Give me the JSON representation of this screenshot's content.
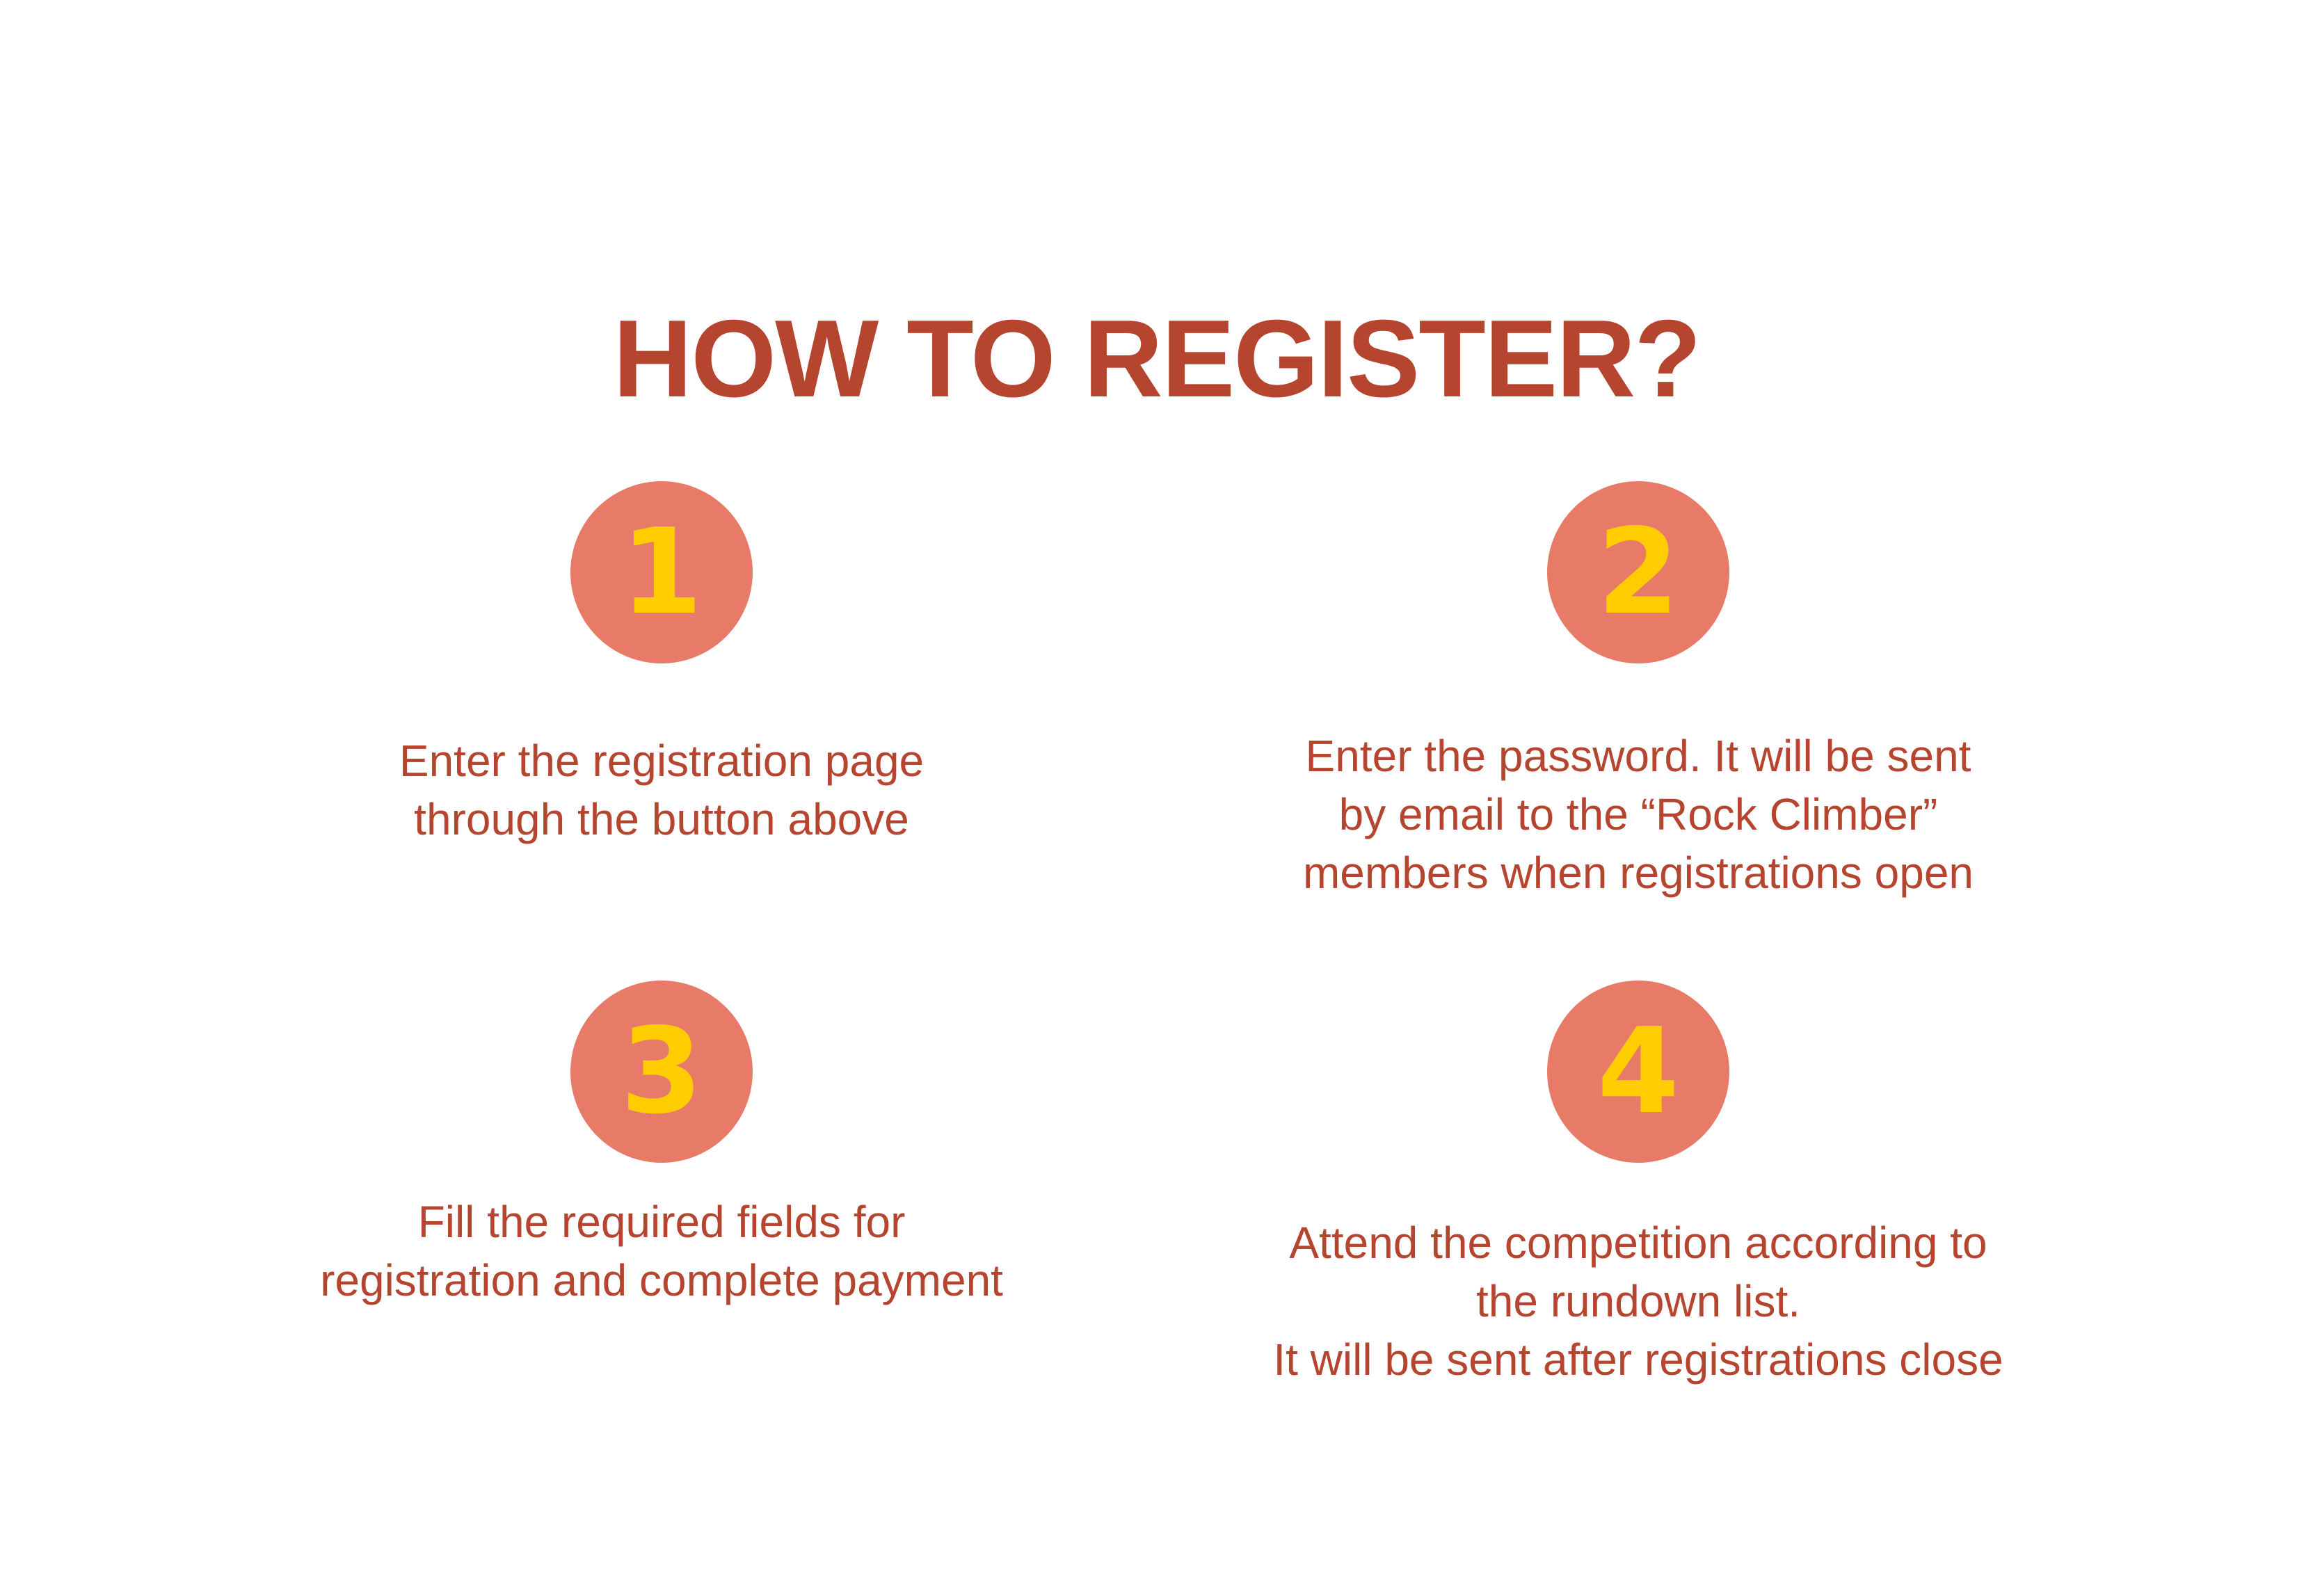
{
  "title": "HOW TO REGISTER?",
  "colors": {
    "title": "#b6452f",
    "text": "#b6452f",
    "circle": "#e87a68",
    "number": "#ffcc00",
    "background": "#ffffff"
  },
  "steps": [
    {
      "number": "1",
      "text": "Enter the registration page\nthrough the button above"
    },
    {
      "number": "2",
      "text": "Enter the password. It will be sent\nby email to the “Rock Climber”\nmembers when registrations open"
    },
    {
      "number": "3",
      "text": "Fill the required fields for\nregistration and complete payment"
    },
    {
      "number": "4",
      "text": "Attend the competition according to\nthe rundown list.\nIt will be sent after registrations close"
    }
  ]
}
